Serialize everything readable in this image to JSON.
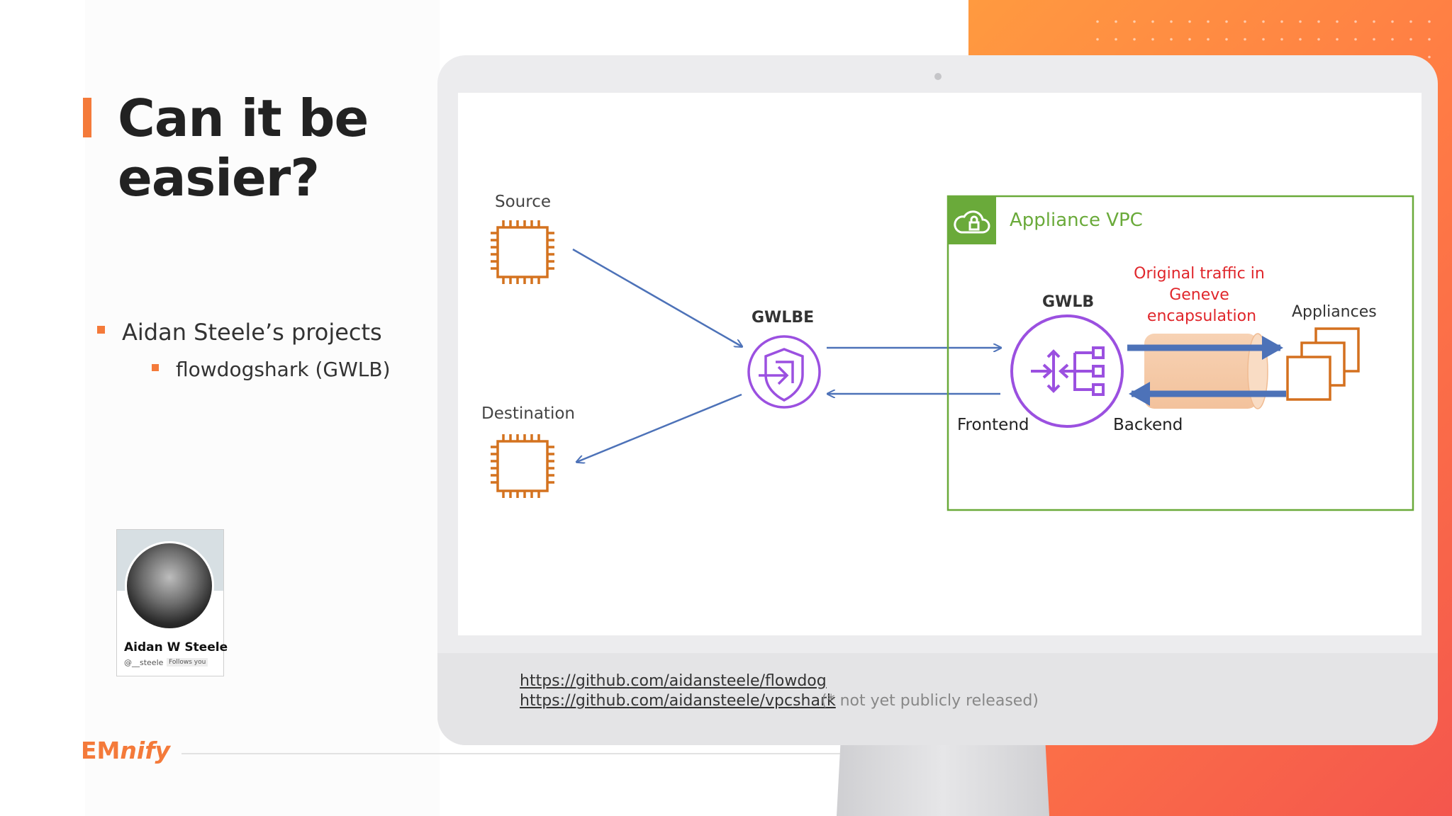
{
  "slide": {
    "title": "Can it be easier?",
    "bullets": [
      {
        "text": "Aidan Steele’s projects",
        "level": 1
      },
      {
        "text": "flowdogshark (GWLB)",
        "level": 2
      }
    ],
    "logo": {
      "prefix": "EM",
      "suffix": "nify"
    }
  },
  "profile": {
    "name": "Aidan W Steele",
    "handle": "@__steele",
    "follows_badge": "Follows you"
  },
  "diagram": {
    "source_label": "Source",
    "destination_label": "Destination",
    "gwlbe_label": "GWLBE",
    "vpc_label": "Appliance VPC",
    "gwlb_label": "GWLB",
    "traffic_note_lines": [
      "Original traffic in",
      "Geneve",
      "encapsulation"
    ],
    "appliances_label": "Appliances",
    "frontend_label": "Frontend",
    "backend_label": "Backend",
    "colors": {
      "chip": "#d4721f",
      "gwlb_purple": "#9b50e0",
      "vpc_green": "#6aaa3a",
      "arrow_blue": "#4d72b8",
      "traffic_red": "#e0262b",
      "appliance_orange": "#d4701f"
    }
  },
  "links": [
    {
      "url": "https://github.com/aidansteele/flowdog"
    },
    {
      "url": "https://github.com/aidansteele/vpcshark",
      "note": "(* not yet publicly released)"
    }
  ]
}
